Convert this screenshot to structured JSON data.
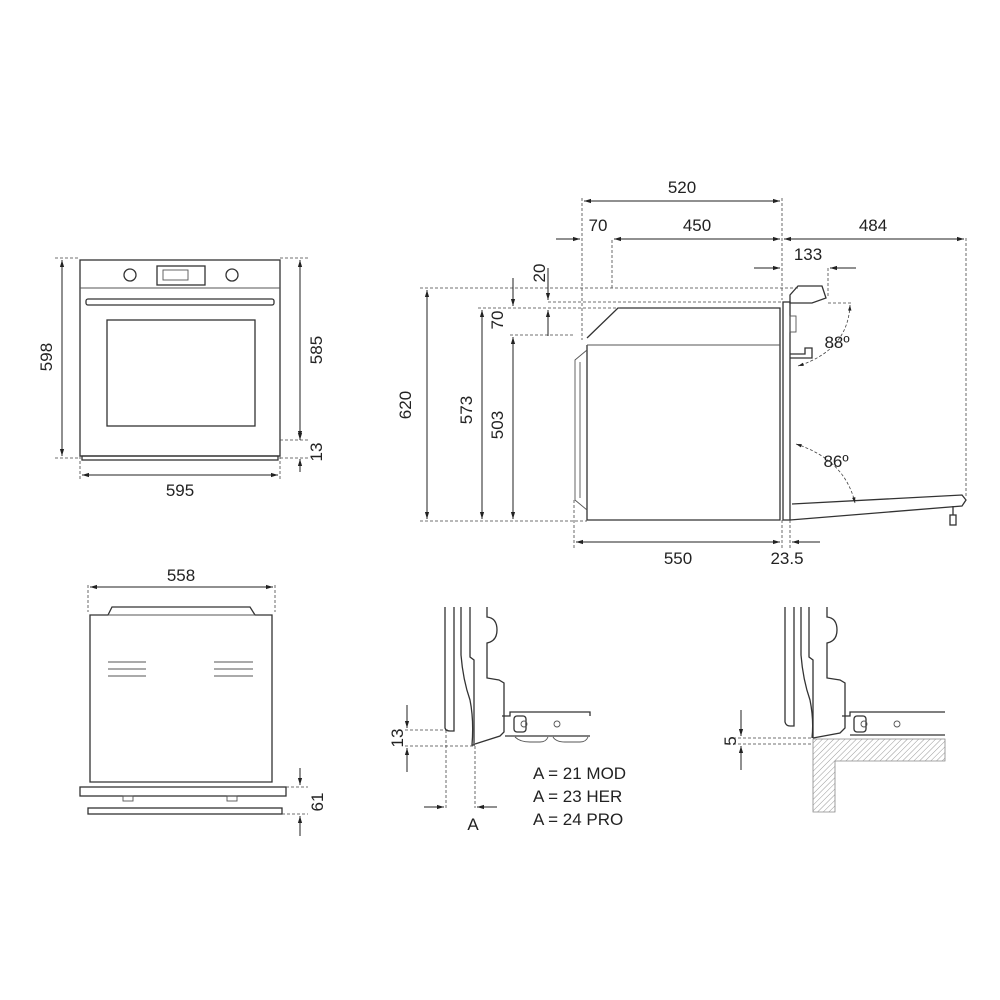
{
  "front_view": {
    "height_total": "598",
    "height_body": "585",
    "height_base": "13",
    "width": "595"
  },
  "side_view": {
    "depth_total": "520",
    "rear_offset": "70",
    "depth_inner": "450",
    "door_open_reach": "484",
    "handle_projection": "133",
    "top_gap": "20",
    "top_step": "70",
    "height_overall": "620",
    "height_body": "573",
    "height_inner": "503",
    "handle_angle": "88º",
    "door_angle": "86º",
    "depth_body": "550",
    "door_thickness": "23.5"
  },
  "top_view": {
    "width": "558",
    "base_height": "61"
  },
  "detail_left": {
    "gap": "13",
    "a_label": "A",
    "variants": [
      "A = 21 MOD",
      "A = 23 HER",
      "A = 24 PRO"
    ]
  },
  "detail_right": {
    "gap": "5"
  }
}
